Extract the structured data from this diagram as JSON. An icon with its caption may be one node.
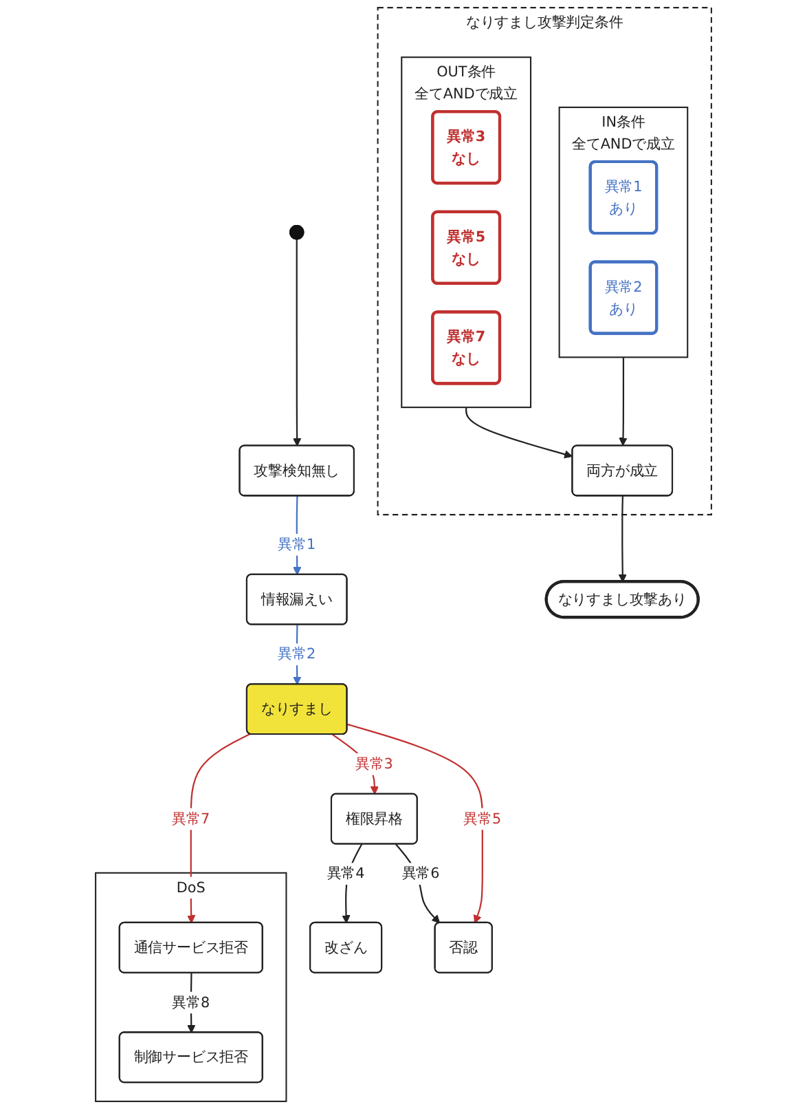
{
  "diagram": {
    "nodes": [
      {
        "text": [],
        "shape": "circle"
      },
      {
        "text": [
          "攻撃検知無し"
        ]
      },
      {
        "text": [
          "情報漏えい"
        ]
      },
      {
        "text": [
          "なりすまし"
        ]
      },
      {
        "text": [
          "権限昇格"
        ]
      },
      {
        "text": [
          "改ざん"
        ]
      },
      {
        "text": [
          "否認"
        ]
      },
      {
        "text": [
          "DoS"
        ]
      },
      {
        "text": [
          "通信サービス拒否"
        ],
        "in": 7
      },
      {
        "text": [
          "制御サービス拒否"
        ],
        "in": 7
      },
      {
        "text": [
          "なりすまし攻撃判定条件"
        ]
      },
      {
        "text": [
          "IN条件",
          "全てANDで成立"
        ],
        "in": 10
      },
      {
        "text": [
          "異常1",
          "あり"
        ],
        "in": 11
      },
      {
        "text": [
          "異常2",
          "あり"
        ],
        "in": 11
      },
      {
        "text": [
          "OUT条件",
          "全てANDで成立"
        ],
        "in": 10
      },
      {
        "text": [
          "異常3",
          "なし"
        ],
        "in": 14
      },
      {
        "text": [
          "異常5",
          "なし"
        ],
        "in": 14
      },
      {
        "text": [
          "異常7",
          "なし"
        ],
        "in": 14
      },
      {
        "text": [
          "両方が成立"
        ],
        "in": 10
      },
      {
        "text": [
          "なりすまし攻撃あり"
        ]
      }
    ],
    "edges": [
      {
        "from": 0,
        "to": 1,
        "arrow": "to"
      },
      {
        "from": 1,
        "to": 2,
        "arrow": "to",
        "label": "異常1",
        "color": "#4472c4"
      },
      {
        "from": 2,
        "to": 3,
        "arrow": "to",
        "label": "異常2",
        "color": "#4472c4"
      },
      {
        "from": 3,
        "to": 4,
        "arrow": "to",
        "label": "異常3",
        "color": "#c0302f"
      },
      {
        "from": 3,
        "to": 8,
        "arrow": "to",
        "label": "異常7",
        "color": "#c0302f"
      },
      {
        "from": 3,
        "to": 6,
        "arrow": "to",
        "label": "異常5",
        "color": "#c0302f"
      },
      {
        "from": 4,
        "to": 5,
        "arrow": "to",
        "label": "異常4"
      },
      {
        "from": 4,
        "to": 6,
        "arrow": "to",
        "label": "異常6"
      },
      {
        "from": 8,
        "to": 9,
        "arrow": "to",
        "label": "異常8"
      },
      {
        "from": 11,
        "to": 18,
        "arrow": "to"
      },
      {
        "from": 14,
        "to": 18,
        "arrow": "to"
      },
      {
        "from": 18,
        "to": 19,
        "arrow": "to"
      }
    ]
  }
}
